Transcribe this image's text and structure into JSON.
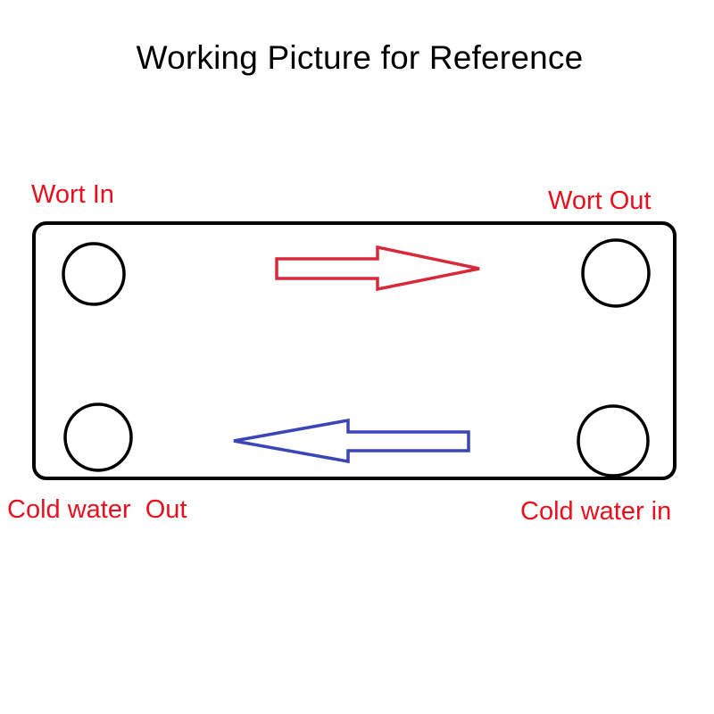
{
  "title": "Working Picture for Reference",
  "labels": {
    "wort_in": "Wort In",
    "wort_out": "Wort Out",
    "cold_water_out": "Cold water  Out",
    "cold_water_in": "Cold water in"
  },
  "colors": {
    "outline": "#000000",
    "wort_label": "#e8101e",
    "wort_arrow": "#d8283a",
    "water_arrow": "#3a46b8"
  },
  "icons": {
    "wort_flow": "arrow-right-icon",
    "water_flow": "arrow-left-icon",
    "ports": "circle-port-icon"
  }
}
